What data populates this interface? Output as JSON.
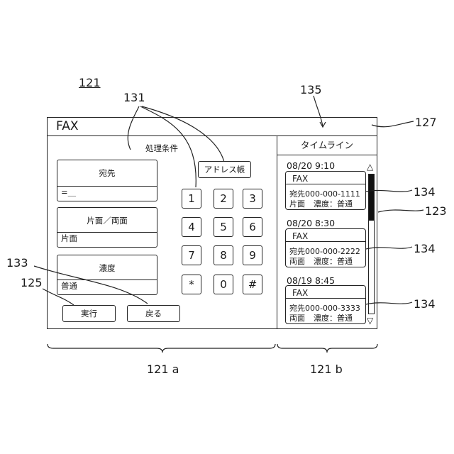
{
  "refs": {
    "r121": "121",
    "r131": "131",
    "r135": "135",
    "r127": "127",
    "r134a": "134",
    "r123": "123",
    "r134b": "134",
    "r133": "133",
    "r125": "125",
    "r134c": "134",
    "r121a": "121 a",
    "r121b": "121 b"
  },
  "screen": {
    "title": "FAX",
    "left": {
      "section_label": "処理条件",
      "address_book_button": "アドレス帳",
      "fields": [
        {
          "caption": "宛先",
          "value": "=＿"
        },
        {
          "caption": "片面／両面",
          "value": "片面"
        },
        {
          "caption": "濃度",
          "value": "普通"
        }
      ],
      "keypad": [
        "1",
        "2",
        "3",
        "4",
        "5",
        "6",
        "7",
        "8",
        "9",
        "*",
        "0",
        "#"
      ],
      "execute_button": "実行",
      "back_button": "戻る"
    },
    "right": {
      "header": "タイムライン",
      "entries": [
        {
          "datetime": "08/20 9:10",
          "type": "FAX",
          "destination": "宛先000-000-1111",
          "sides": "片面",
          "density": "濃度：普通"
        },
        {
          "datetime": "08/20 8:30",
          "type": "FAX",
          "destination": "宛先000-000-2222",
          "sides": "両面",
          "density": "濃度：普通"
        },
        {
          "datetime": "08/19 8:45",
          "type": "FAX",
          "destination": "宛先000-000-3333",
          "sides": "両面",
          "density": "濃度：普通"
        }
      ],
      "scroll_up_glyph": "△",
      "scroll_down_glyph": "▽"
    }
  }
}
